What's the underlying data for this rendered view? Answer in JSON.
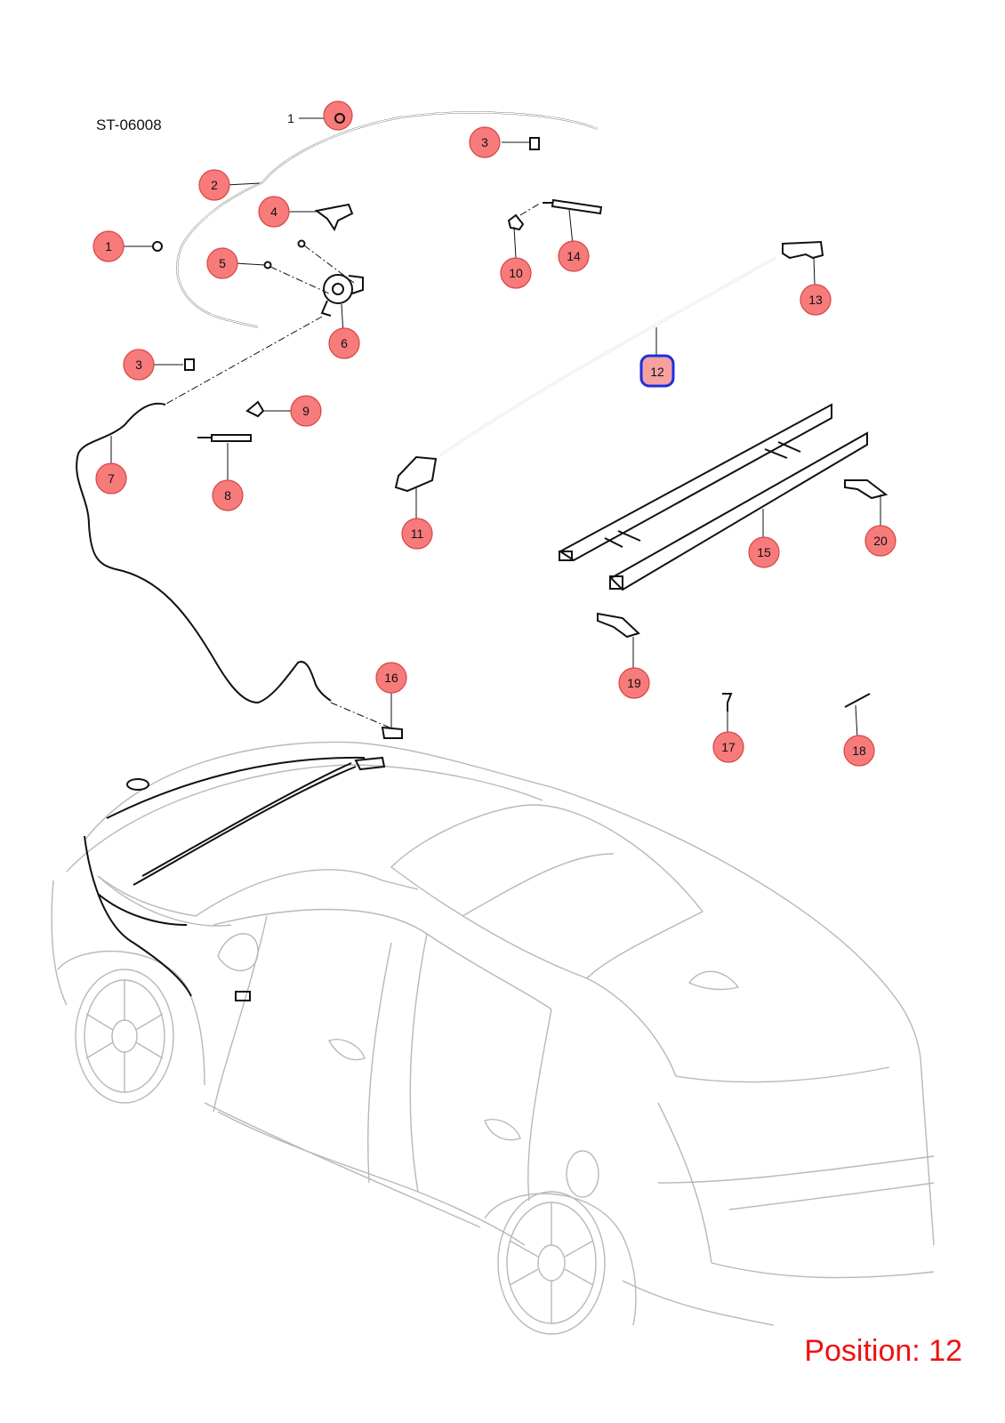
{
  "diagram": {
    "code": "ST-06008",
    "position_label": "Position: 12",
    "selected_position": "12",
    "callouts": [
      {
        "id": "c1a",
        "label": "1"
      },
      {
        "id": "c1b",
        "label": "1"
      },
      {
        "id": "c2",
        "label": "2"
      },
      {
        "id": "c3a",
        "label": "3"
      },
      {
        "id": "c3b",
        "label": "3"
      },
      {
        "id": "c4",
        "label": "4"
      },
      {
        "id": "c5",
        "label": "5"
      },
      {
        "id": "c6",
        "label": "6"
      },
      {
        "id": "c7",
        "label": "7"
      },
      {
        "id": "c8",
        "label": "8"
      },
      {
        "id": "c9",
        "label": "9"
      },
      {
        "id": "c10",
        "label": "10"
      },
      {
        "id": "c11",
        "label": "11"
      },
      {
        "id": "c12",
        "label": "12"
      },
      {
        "id": "c13",
        "label": "13"
      },
      {
        "id": "c14",
        "label": "14"
      },
      {
        "id": "c15",
        "label": "15"
      },
      {
        "id": "c16",
        "label": "16"
      },
      {
        "id": "c17",
        "label": "17"
      },
      {
        "id": "c18",
        "label": "18"
      },
      {
        "id": "c19",
        "label": "19"
      },
      {
        "id": "c20",
        "label": "20"
      }
    ],
    "colors": {
      "callout_fill": "#f77b7b",
      "selected_outline": "#1f2fe0",
      "position_text": "#ee1111",
      "car_outline": "#b8b8b8"
    }
  }
}
